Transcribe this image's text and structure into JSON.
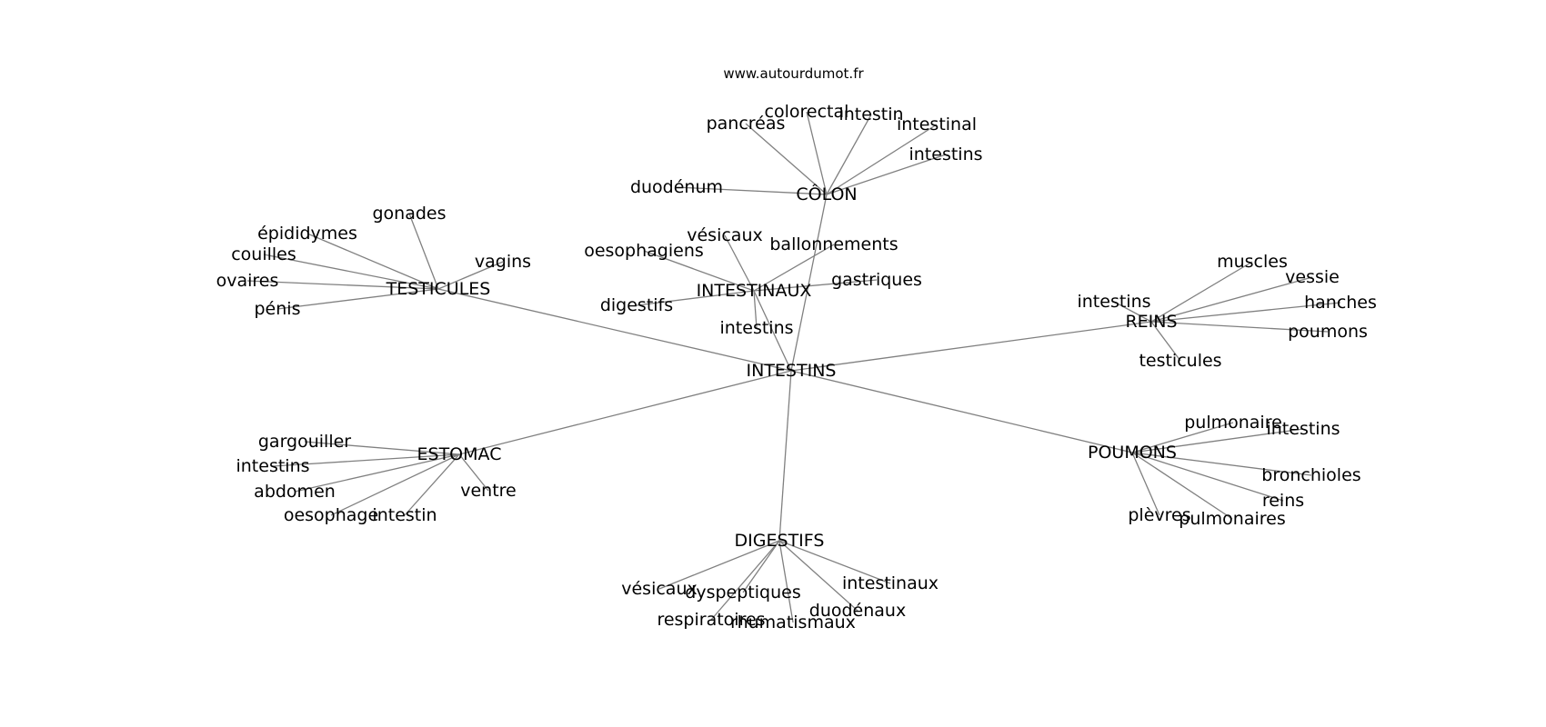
{
  "credit": "www.autourdumot.fr",
  "center": "INTESTINS",
  "hubs": [
    {
      "label": "CÔLON",
      "leaves": [
        "pancréas",
        "colorectal",
        "intestin",
        "intestinal",
        "intestins",
        "duodénum"
      ]
    },
    {
      "label": "INTESTINAUX",
      "leaves": [
        "vésicaux",
        "ballonnements",
        "oesophagiens",
        "gastriques",
        "digestifs",
        "intestins"
      ]
    },
    {
      "label": "TESTICULES",
      "leaves": [
        "gonades",
        "épididymes",
        "couilles",
        "vagins",
        "ovaires",
        "pénis"
      ]
    },
    {
      "label": "REINS",
      "leaves": [
        "muscles",
        "vessie",
        "hanches",
        "poumons",
        "intestins",
        "testicules"
      ]
    },
    {
      "label": "ESTOMAC",
      "leaves": [
        "gargouiller",
        "intestins",
        "abdomen",
        "oesophage",
        "intestin",
        "ventre"
      ]
    },
    {
      "label": "POUMONS",
      "leaves": [
        "pulmonaire",
        "intestins",
        "bronchioles",
        "reins",
        "plèvres",
        "pulmonaires"
      ]
    },
    {
      "label": "DIGESTIFS",
      "leaves": [
        "vésicaux",
        "dyspeptiques",
        "intestinaux",
        "duodénaux",
        "respiratoires",
        "rhumatismaux"
      ]
    }
  ]
}
